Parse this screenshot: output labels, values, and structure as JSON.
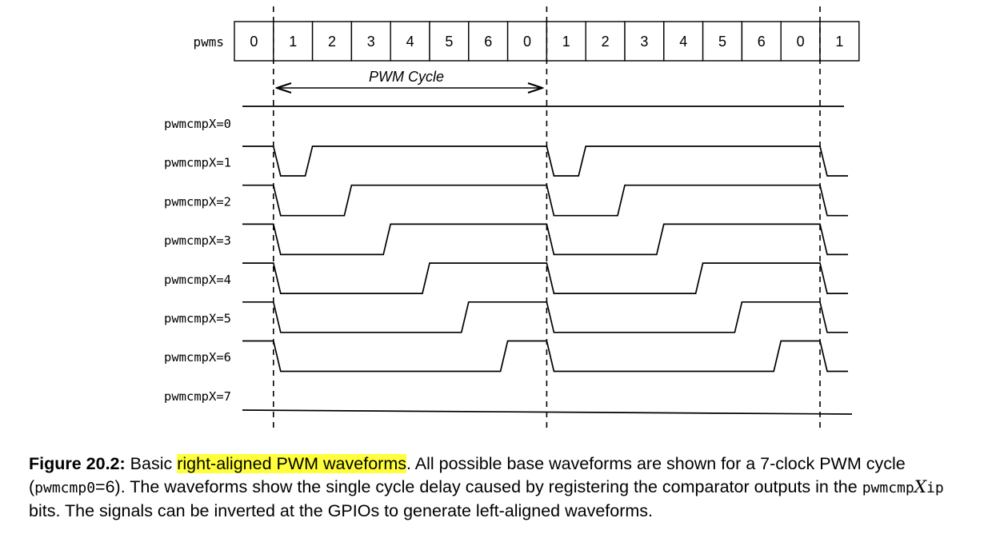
{
  "counter": {
    "label": "pwms",
    "values": [
      "0",
      "1",
      "2",
      "3",
      "4",
      "5",
      "6",
      "0",
      "1",
      "2",
      "3",
      "4",
      "5",
      "6",
      "0",
      "1"
    ]
  },
  "cycle_label": "PWM Cycle",
  "signals": [
    {
      "label": "pwmcmpX=0",
      "cmp": 0
    },
    {
      "label": "pwmcmpX=1",
      "cmp": 1
    },
    {
      "label": "pwmcmpX=2",
      "cmp": 2
    },
    {
      "label": "pwmcmpX=3",
      "cmp": 3
    },
    {
      "label": "pwmcmpX=4",
      "cmp": 4
    },
    {
      "label": "pwmcmpX=5",
      "cmp": 5
    },
    {
      "label": "pwmcmpX=6",
      "cmp": 6
    },
    {
      "label": "pwmcmpX=7",
      "cmp": 7
    }
  ],
  "caption": {
    "label": "Figure 20.2:",
    "t1": " Basic ",
    "highlight": "right-aligned PWM waveforms",
    "t2": ".  All possible base waveforms are shown for a 7-clock PWM cycle (",
    "code1": "pwmcmp0",
    "t3": "=6).  The waveforms show the single cycle delay caused by registering the comparator outputs in the ",
    "code2": "pwmcmp",
    "mathx": "X",
    "code3": "ip",
    "t4": " bits.  The signals can be inverted at the GPIOs to generate left-aligned waveforms."
  }
}
